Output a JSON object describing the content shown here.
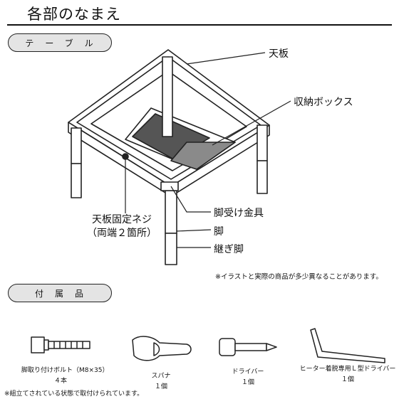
{
  "page": {
    "title": "各部のなまえ",
    "section_table": "テーブル",
    "section_accessories": "付属品"
  },
  "labels": {
    "tabletop": "天板",
    "storage_box": "収納ボックス",
    "tabletop_screw_line1": "天板固定ネジ",
    "tabletop_screw_line2": "（両端２箇所）",
    "leg_bracket": "脚受け金具",
    "leg": "脚",
    "extension_leg": "継ぎ脚"
  },
  "notes": {
    "illustration_note": "※イラストと実際の商品が多少異なることがあります。",
    "assembly_note": "※組立てされている状態で取付けられています。"
  },
  "accessories": [
    {
      "name": "脚取り付けボルト（M8×35）",
      "qty": "４本"
    },
    {
      "name": "スパナ",
      "qty": "１個"
    },
    {
      "name": "ドライバー",
      "qty": "１個"
    },
    {
      "name": "ヒーター着脱専用Ｌ型ドライバー",
      "qty": "１個"
    }
  ],
  "colors": {
    "line": "#222222",
    "pill_bg": "#e4e4e4",
    "panel": "#8a8a8a"
  }
}
